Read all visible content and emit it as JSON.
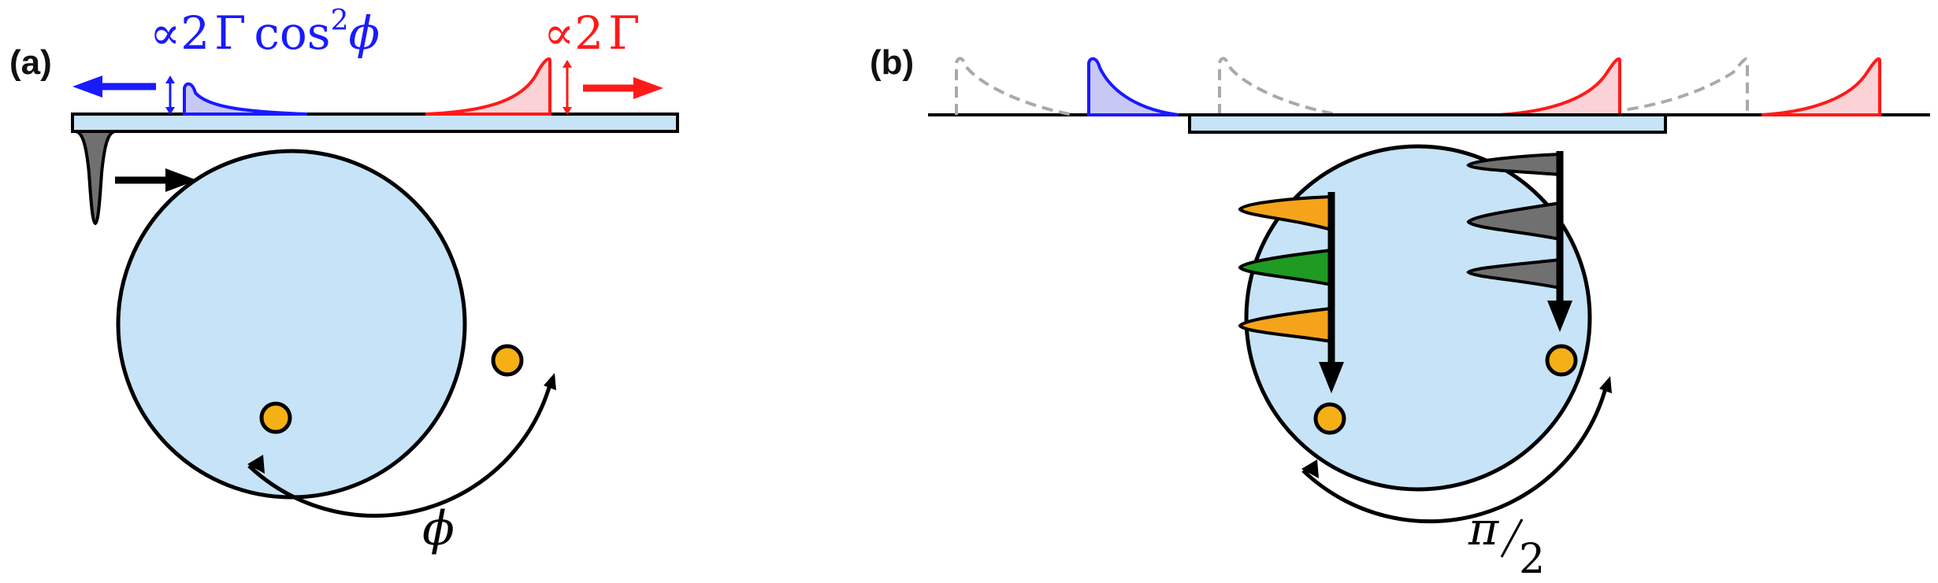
{
  "colors": {
    "waveguide_fill": "#c6e3f7",
    "resonator_fill": "#c6e3f7",
    "outline": "#000000",
    "blue": "#1a1aff",
    "blue_fill": "#c8c8f5",
    "red": "#ff1a1a",
    "red_fill": "#fbd3d6",
    "atom": "#f5b016",
    "pulse_gray": "#707070",
    "pulse_orange": "#f5a31a",
    "pulse_green": "#1f9a22",
    "dashed_gray": "#a9a9a9"
  },
  "panel_a": {
    "label": "(a)",
    "blue_prefix": "∝2",
    "blue_gamma": "Γ",
    "blue_cos": "cos",
    "blue_exp": "2",
    "blue_phi": "ϕ",
    "red_prefix": "∝2",
    "red_gamma": "Γ",
    "angle": "ϕ"
  },
  "panel_b": {
    "label": "(b)",
    "angle_num": "π",
    "angle_den": "2"
  }
}
